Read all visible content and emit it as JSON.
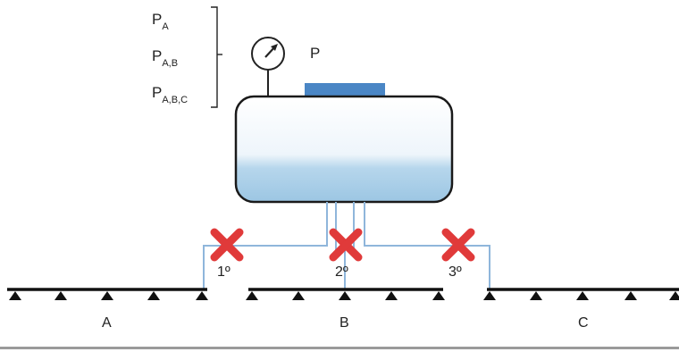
{
  "pressure_list": [
    {
      "main": "P",
      "sub": "A"
    },
    {
      "main": "P",
      "sub": "A,B"
    },
    {
      "main": "P",
      "sub": "A,B,C"
    }
  ],
  "gauge_label": "P",
  "valve_order": [
    "1º",
    "2º",
    "3º"
  ],
  "sections": [
    "A",
    "B",
    "C"
  ],
  "colors": {
    "valve": "#e03a3a",
    "pipe": "#8fb6db",
    "tank_outline": "#1a1a1a",
    "tank_liquid": "#a9cde6",
    "tank_cap": "#4a86c5",
    "boom": "#111111"
  }
}
